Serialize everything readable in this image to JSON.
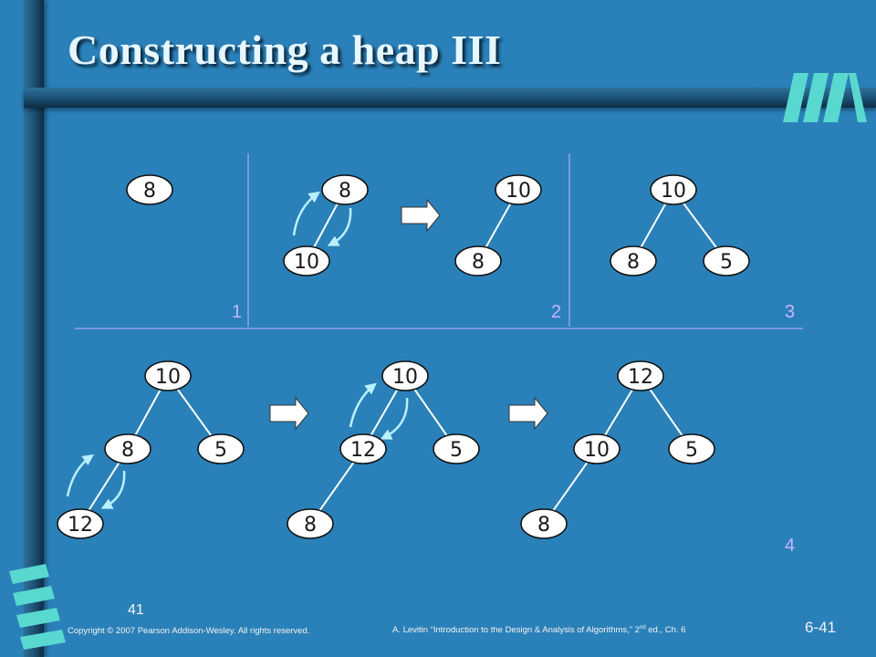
{
  "slide": {
    "title": "Constructing a heap III",
    "page_small": "41",
    "page_id": "6-41",
    "copyright": "Copyright © 2007 Pearson Addison-Wesley. All rights reserved.",
    "citation": {
      "before": "A. Levitin “Introduction to the Design & Analysis of Algorithms,” 2",
      "sup": "nd",
      "after": " ed., Ch. 6"
    }
  },
  "colors": {
    "background": "#2a80b8",
    "node_fill": "#ffffff",
    "edge": "#ffffff",
    "swap_arrow": "#b8f0ff",
    "divider": "#c8b4ff",
    "step_number": "#c8b4ff"
  },
  "panels": [
    "1",
    "2",
    "3",
    "4"
  ],
  "trees": [
    {
      "nodes": [
        "8"
      ]
    },
    {
      "nodes": [
        "8",
        "10"
      ]
    },
    {
      "nodes": [
        "10",
        "8"
      ]
    },
    {
      "nodes": [
        "10",
        "8",
        "5"
      ]
    },
    {
      "nodes": [
        "10",
        "8",
        "5",
        "12"
      ]
    },
    {
      "nodes": [
        "10",
        "12",
        "5",
        "8"
      ]
    },
    {
      "nodes": [
        "12",
        "10",
        "5",
        "8"
      ]
    }
  ]
}
